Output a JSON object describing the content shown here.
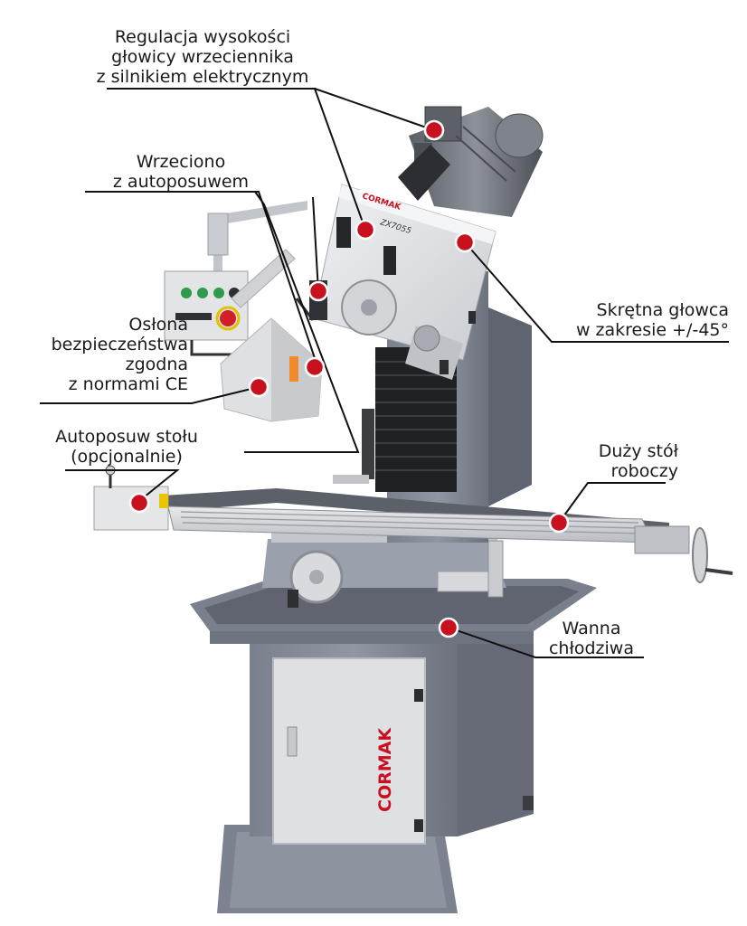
{
  "callouts": {
    "head_height": {
      "lines": [
        "Regulacja wysokości",
        "głowicy wrzeciennika",
        "z silnikiem elektrycznym"
      ]
    },
    "spindle": {
      "lines": [
        "Wrzeciono",
        "z autoposuwem"
      ]
    },
    "guard": {
      "lines": [
        "Osłona",
        "bezpieczeństwa",
        "zgodna",
        "z normami CE"
      ]
    },
    "table_feed": {
      "lines": [
        "Autoposuw stołu",
        "(opcjonalnie)"
      ]
    },
    "swivel_head": {
      "lines": [
        "Skrętna głowca",
        "w zakresie +/-45°"
      ]
    },
    "work_table": {
      "lines": [
        "Duży stół",
        "roboczy"
      ]
    },
    "coolant_tray": {
      "lines": [
        "Wanna",
        "chłodziwa"
      ]
    }
  },
  "brand": {
    "name": "CORMAK",
    "model": "ZX7055"
  },
  "colors": {
    "marker": "#c8101e",
    "body": "#8a8f9c",
    "body_dark": "#6b707c",
    "light_panel": "#e6e7ea",
    "leader": "#111111"
  }
}
